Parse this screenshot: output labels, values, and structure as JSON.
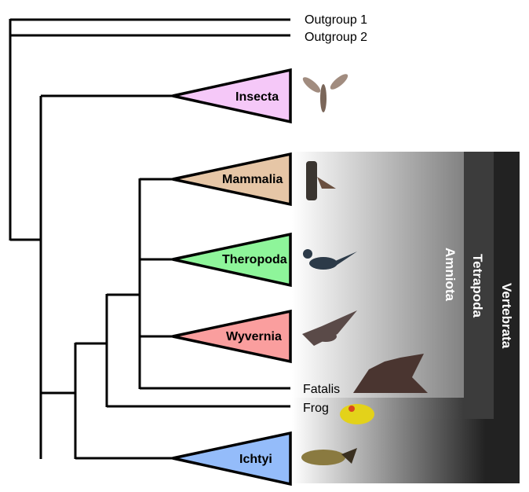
{
  "tips": {
    "outgroup1": "Outgroup 1",
    "outgroup2": "Outgroup 2",
    "fatalis": "Fatalis",
    "frog": "Frog"
  },
  "collapsed": {
    "insecta": {
      "label": "Insecta",
      "color": "#f5c8f8"
    },
    "mammalia": {
      "label": "Mammalia",
      "color": "#e6c6a6"
    },
    "theropoda": {
      "label": "Theropoda",
      "color": "#8ef59a"
    },
    "wyvernia": {
      "label": "Wyvernia",
      "color": "#fa9e9e"
    },
    "ichtyi": {
      "label": "Ichtyi",
      "color": "#94bcfa"
    }
  },
  "clades": {
    "amniota": "Amniota",
    "tetrapoda": "Tetrapoda",
    "vertebrata": "Vertebrata"
  }
}
